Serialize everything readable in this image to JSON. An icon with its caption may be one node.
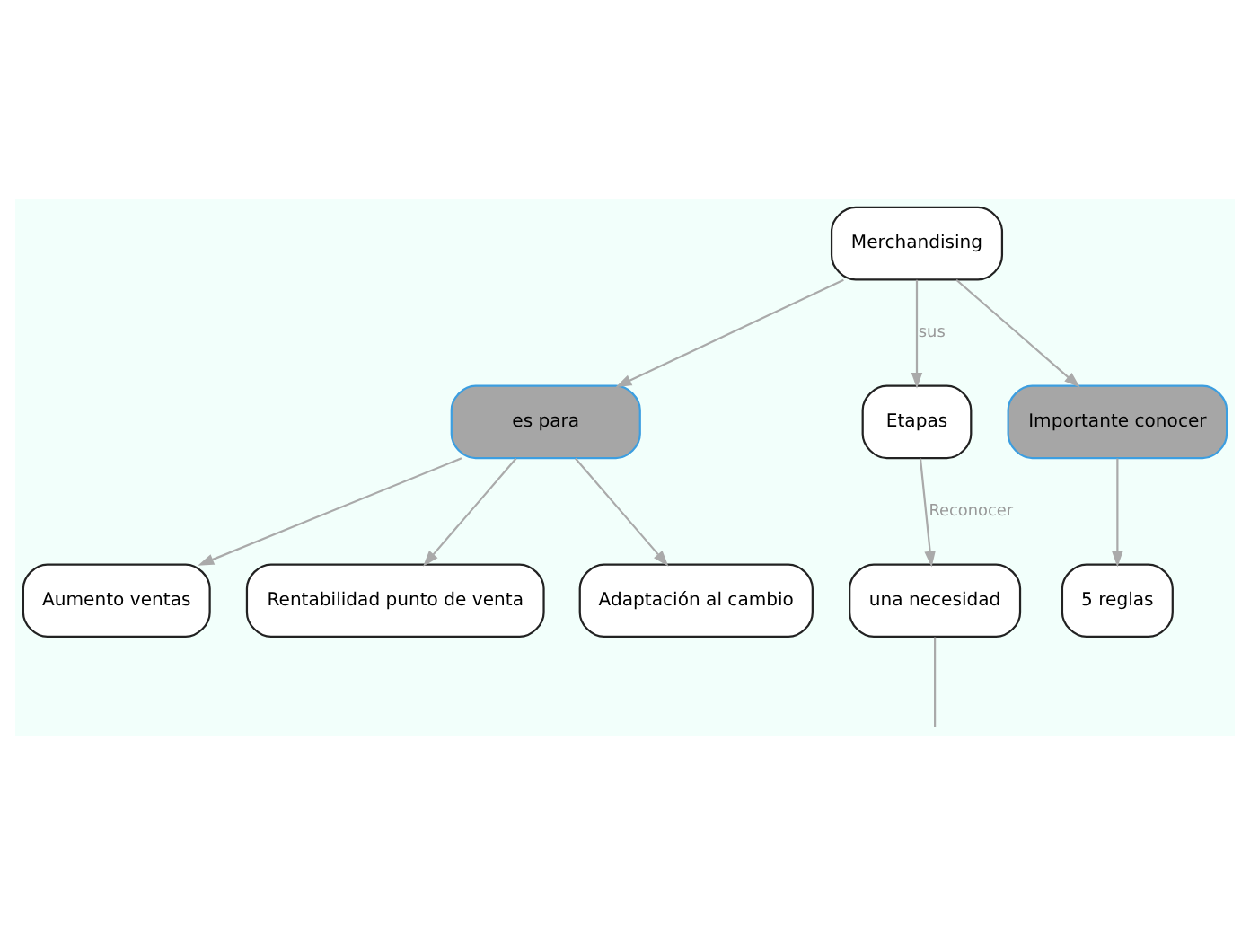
{
  "diagram": {
    "nodes": [
      {
        "text": [
          "Merchandising"
        ]
      },
      {
        "text": [
          "es para"
        ]
      },
      {
        "text": [
          "Etapas"
        ]
      },
      {
        "text": [
          "Aumento ventas"
        ]
      },
      {
        "text": [
          "Rentabilidad punto de venta"
        ]
      },
      {
        "text": [
          "Adaptación al cambio"
        ]
      },
      {
        "text": [
          "Importante conocer"
        ]
      },
      {
        "text": [
          "una necesidad"
        ]
      },
      {
        "text": [
          "5 reglas"
        ]
      }
    ],
    "edges": [
      {
        "from": 0,
        "to": 2,
        "arrow": "to",
        "label": "sus"
      },
      {
        "from": 0,
        "to": 1,
        "arrow": "to"
      },
      {
        "from": 0,
        "to": 6,
        "arrow": "to"
      },
      {
        "from": 1,
        "to": 3,
        "arrow": "to"
      },
      {
        "from": 1,
        "to": 4,
        "arrow": "to"
      },
      {
        "from": 1,
        "to": 5,
        "arrow": "to"
      },
      {
        "from": 2,
        "to": 7,
        "arrow": "to",
        "label": "Reconocer"
      },
      {
        "from": 6,
        "to": 8,
        "arrow": "to"
      },
      {
        "from": 7,
        "to": null,
        "arrow": "none"
      }
    ]
  }
}
